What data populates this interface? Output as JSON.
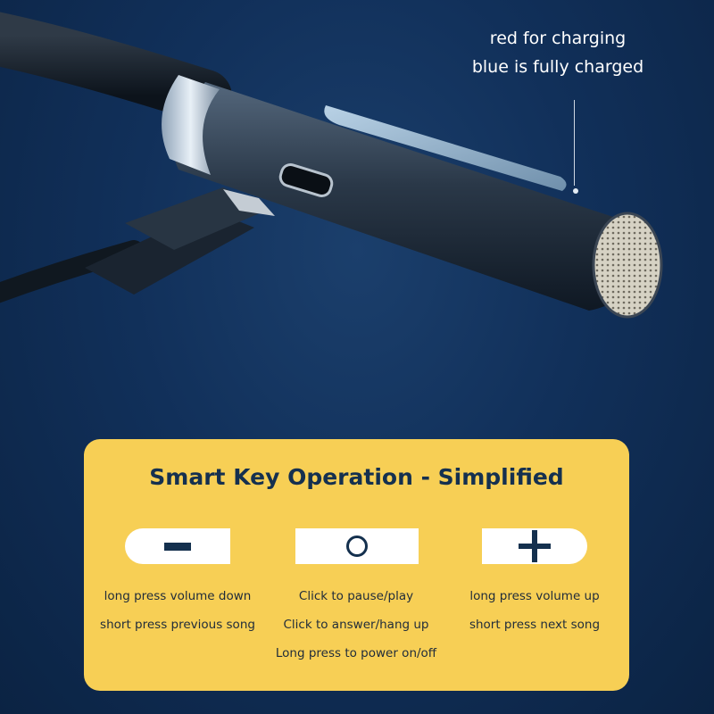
{
  "callout": {
    "line1": "red for charging",
    "line2": "blue is fully charged"
  },
  "panel": {
    "title": "Smart Key Operation - Simplified",
    "keys": [
      {
        "icon": "minus-icon",
        "lines": [
          "long press volume down",
          "short press previous song"
        ]
      },
      {
        "icon": "circle-icon",
        "lines": [
          "Click to pause/play",
          "Click to answer/hang up",
          "Long press to power on/off"
        ]
      },
      {
        "icon": "plus-icon",
        "lines": [
          "long press volume up",
          "short press next song"
        ]
      }
    ]
  },
  "colors": {
    "background": "#11305a",
    "panel": "#f7cf55",
    "accent": "#14304e",
    "body_text": "#1f2b3a"
  }
}
